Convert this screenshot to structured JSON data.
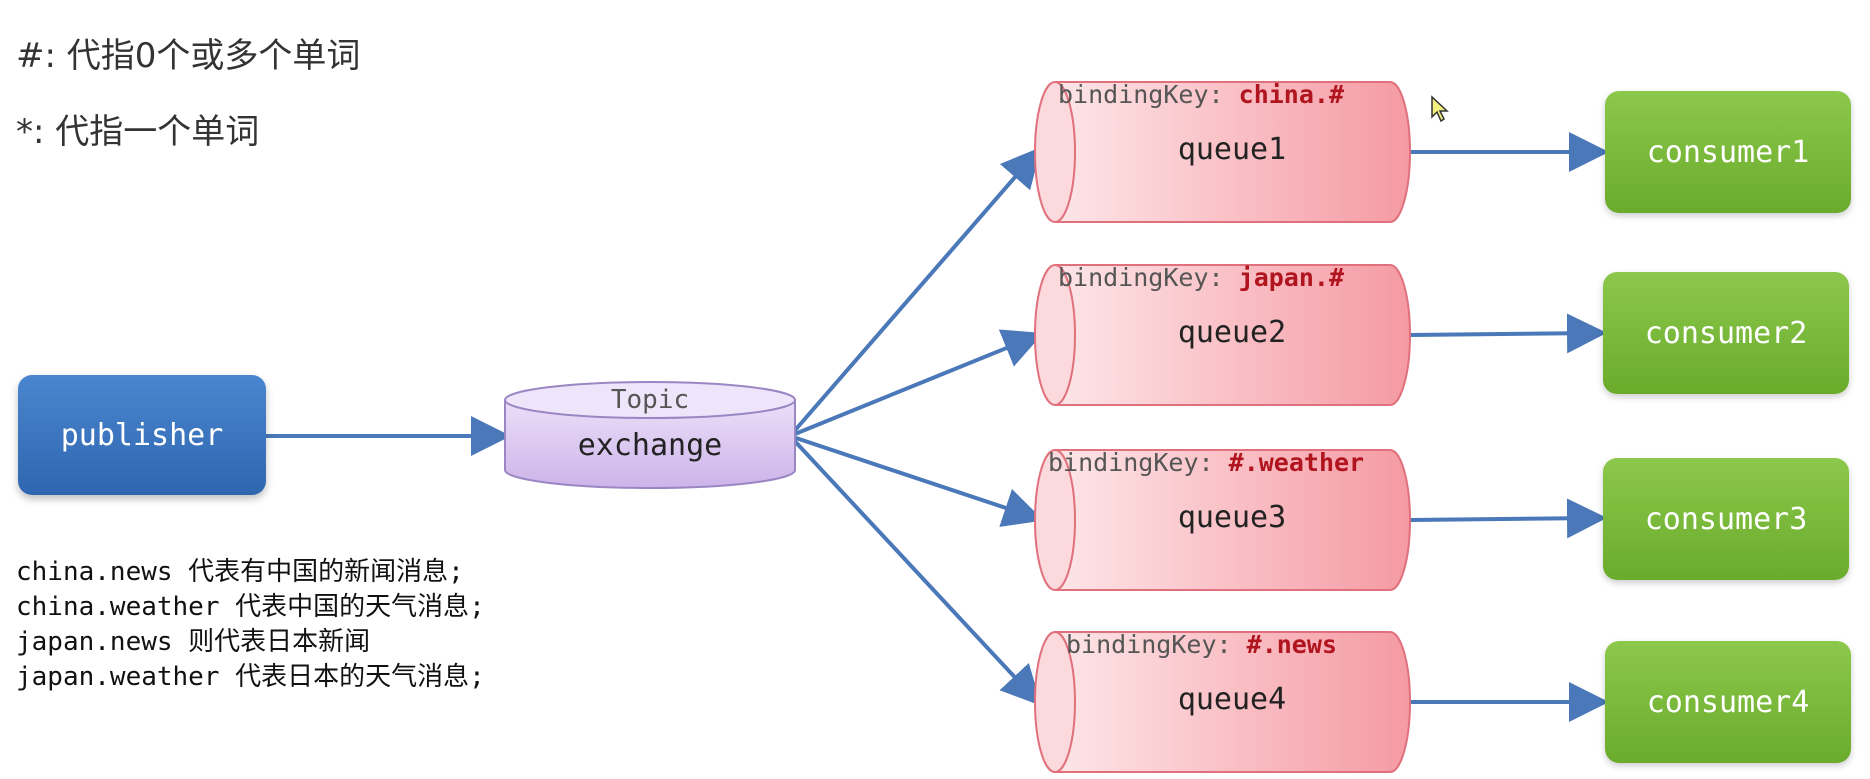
{
  "rules": [
    "#: 代指0个或多个单词",
    "*: 代指一个单词"
  ],
  "publisher": {
    "label": "publisher"
  },
  "exchange": {
    "type_label": "Topic",
    "label": "exchange"
  },
  "queues": [
    {
      "key_label": "bindingKey:",
      "key_value": "china.#",
      "label": "queue1"
    },
    {
      "key_label": "bindingKey:",
      "key_value": "japan.#",
      "label": "queue2"
    },
    {
      "key_label": "bindingKey:",
      "key_value": "#.weather",
      "label": "queue3"
    },
    {
      "key_label": "bindingKey:",
      "key_value": "#.news",
      "label": "queue4"
    }
  ],
  "consumers": [
    {
      "label": "consumer1"
    },
    {
      "label": "consumer2"
    },
    {
      "label": "consumer3"
    },
    {
      "label": "consumer4"
    }
  ],
  "examples": [
    "china.news 代表有中国的新闻消息;",
    "china.weather 代表中国的天气消息;",
    "japan.news 则代表日本新闻",
    "japan.weather 代表日本的天气消息;"
  ],
  "colors": {
    "arrow": "#4a78b8",
    "publisher": "#3a74bf",
    "exchange": "#d7c3ee",
    "queue": "#f6a7ae",
    "consumer": "#7dbb3c",
    "binding_value": "#b0141e"
  },
  "icons": [
    "mouse-cursor-icon"
  ]
}
